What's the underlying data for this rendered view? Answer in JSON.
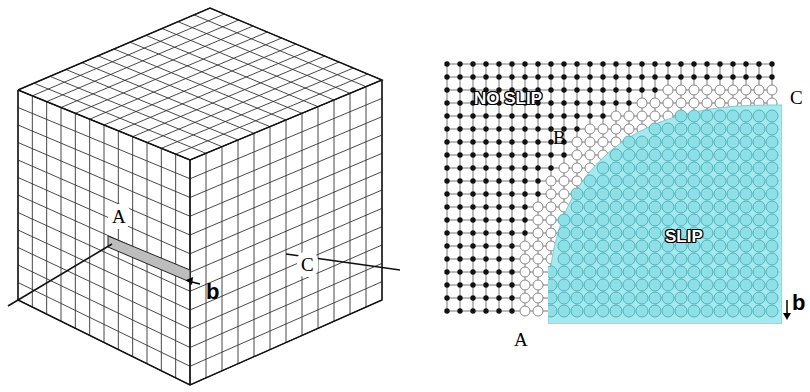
{
  "diagram": {
    "nodes": [
      {
        "text": [
          "SLIP"
        ]
      }
    ],
    "labels": [
      "A",
      "C",
      "b",
      "NO SLIP",
      "B",
      "C",
      "A",
      "b"
    ]
  }
}
